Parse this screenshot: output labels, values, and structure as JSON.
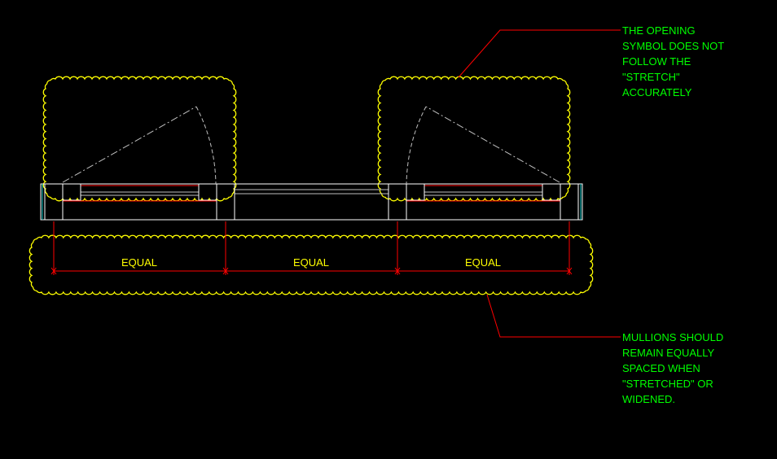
{
  "colors": {
    "background": "#000000",
    "cloud": "#ffff00",
    "leader": "#ff0000",
    "dimension": "#ff0000",
    "dimension_text": "#ffff00",
    "note_text": "#00ff00",
    "frame": "#ffffff",
    "glass": "#c0c0c0",
    "swing": "#c0c0c0",
    "jamb_end": "#00c8c8"
  },
  "notes": {
    "top": [
      "THE OPENING",
      "SYMBOL DOES NOT",
      "FOLLOW THE",
      "\"STRETCH\"",
      "ACCURATELY"
    ],
    "bottom": [
      "MULLIONS SHOULD",
      "REMAIN EQUALLY",
      "SPACED WHEN",
      "\"STRETCHED\" OR",
      "WIDENED."
    ]
  },
  "dimensions": [
    {
      "label": "EQUAL"
    },
    {
      "label": "EQUAL"
    },
    {
      "label": "EQUAL"
    }
  ]
}
